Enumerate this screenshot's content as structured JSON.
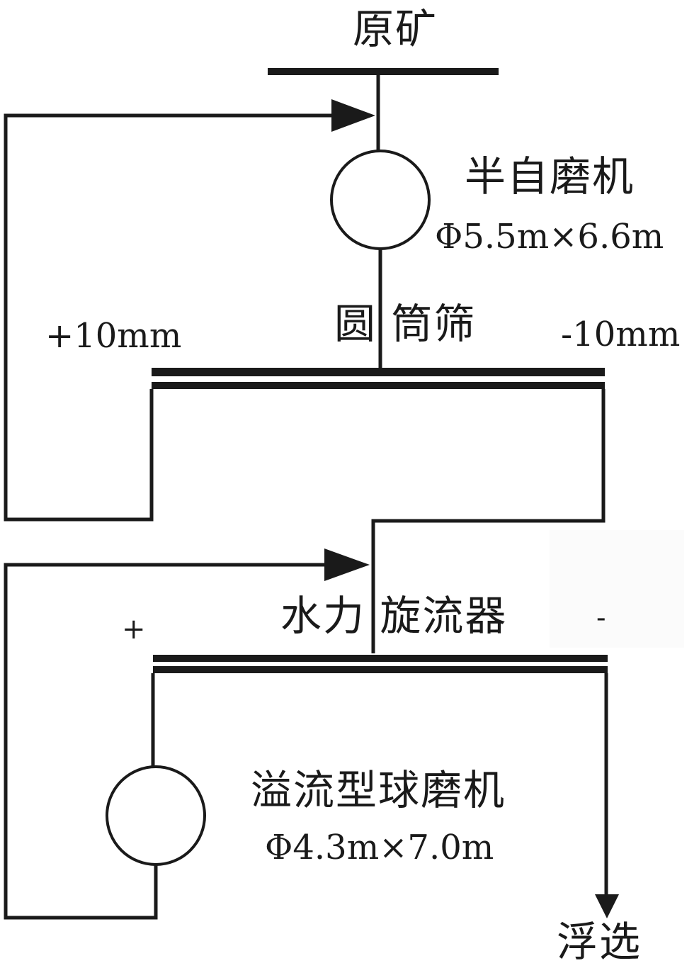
{
  "nodes": {
    "raw_ore": "原矿",
    "sag_mill": {
      "name": "半自磨机",
      "spec": "Φ5.5m×6.6m"
    },
    "trommel": {
      "name": "圆 筒筛",
      "oversize": "+10mm",
      "undersize": "-10mm"
    },
    "cyclone": {
      "name": "水力 旋流器",
      "underflow": "+",
      "overflow": "-"
    },
    "ball_mill": {
      "name": "溢流型球磨机",
      "spec": "Φ4.3m×7.0m"
    },
    "flotation": "浮选"
  },
  "colors": {
    "line": "#1a1a1a",
    "background": "#ffffff"
  }
}
